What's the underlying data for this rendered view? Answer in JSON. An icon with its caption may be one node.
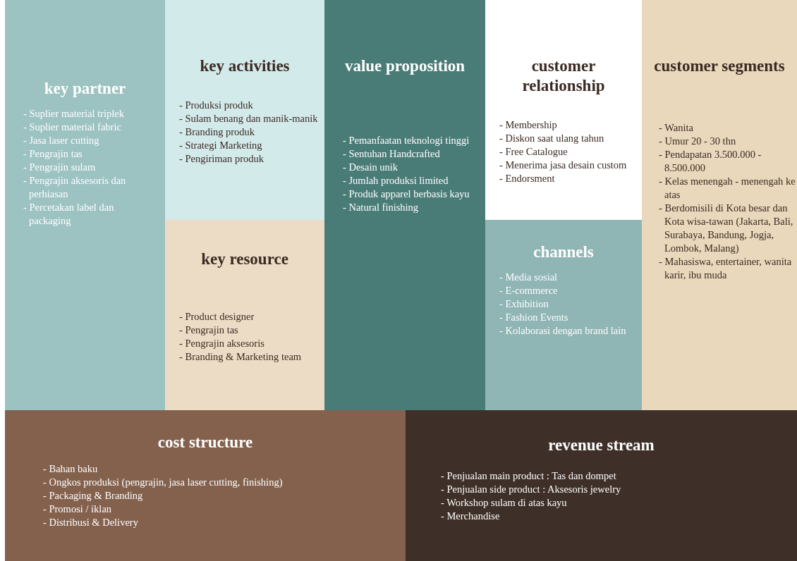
{
  "diagram": {
    "nodes": [
      {
        "text": [
          "key partner",
          "- Suplier material triplek",
          "- Suplier material fabric",
          "- Jasa laser cutting",
          "- Pengrajin tas",
          "- Pengrajin sulam",
          "- Pengrajin aksesoris dan perhiasan",
          "- Percetakan label dan packaging"
        ]
      },
      {
        "text": [
          "key activities",
          "- Produksi produk",
          "- Sulam benang dan manik-manik",
          "- Branding produk",
          "- Strategi Marketing",
          "- Pengiriman produk"
        ]
      },
      {
        "text": [
          "key resource",
          "- Product designer",
          "- Pengrajin tas",
          "- Pengrajin aksesoris",
          "- Branding & Marketing team"
        ]
      },
      {
        "text": [
          "value proposition",
          "- Pemanfaatan teknologi tinggi",
          "- Sentuhan Handcrafted",
          "- Desain unik",
          "- Jumlah produksi limited",
          "- Produk apparel berbasis kayu",
          "- Natural finishing"
        ]
      },
      {
        "text": [
          "customer relationship",
          "- Membership",
          "- Diskon saat ulang tahun",
          "- Free Catalogue",
          "- Menerima jasa desain custom",
          "- Endorsment"
        ]
      },
      {
        "text": [
          "channels",
          "- Media sosial",
          "- E-commerce",
          "- Exhibition",
          "- Fashion Events",
          "- Kolaborasi dengan brand lain"
        ]
      },
      {
        "text": [
          "customer segments",
          "- Wanita",
          "- Umur 20 - 30 thn",
          "- Pendapatan 3.500.000 - 8.500.000",
          "- Kelas menengah - menengah ke atas",
          "- Berdomisili di Kota besar dan Kota wisa-tawan (Jakarta, Bali, Surabaya, Bandung, Jogja, Lombok, Malang)",
          "- Mahasiswa, entertainer, wanita karir, ibu muda"
        ]
      },
      {
        "text": [
          "cost structure",
          "- Bahan baku",
          "- Ongkos produksi (pengrajin, jasa laser cutting, finishing)",
          "- Packaging & Branding",
          "- Promosi / iklan",
          "- Distribusi & Delivery"
        ]
      },
      {
        "text": [
          "revenue stream",
          "- Penjualan main product : Tas dan dompet",
          "- Penjualan side product : Aksesoris jewelry",
          "- Workshop sulam di atas kayu",
          "- Merchandise"
        ]
      }
    ]
  }
}
